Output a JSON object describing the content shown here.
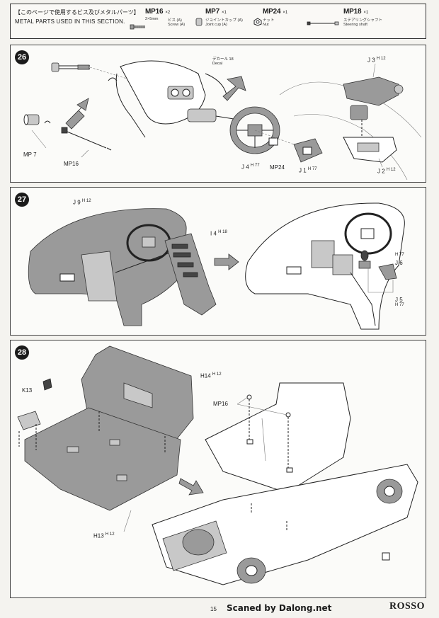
{
  "parts_header": {
    "title_jp": "【このページで使用するビス及びメタルパーツ】",
    "title_en": "METAL PARTS USED IN THIS SECTION.",
    "items": [
      {
        "code": "MP16",
        "qty": "×2",
        "size": "2×5mm",
        "name_jp": "ビス (A)",
        "name_en": "Screw (A)"
      },
      {
        "code": "MP7",
        "qty": "×1",
        "name_jp": "ジョイントカップ (A)",
        "name_en": "Joint cup (A)"
      },
      {
        "code": "MP24",
        "qty": "×1",
        "name_jp": "ナット",
        "name_en": "Nut"
      },
      {
        "code": "MP18",
        "qty": "×1",
        "name_jp": "ステアリングシャフト",
        "name_en": "Steering shaft"
      }
    ]
  },
  "steps": [
    {
      "number": "26",
      "decal_jp": "デカール 18",
      "decal_en": "Decal",
      "labels": {
        "mp7": "MP 7",
        "mp16": "MP16",
        "j4": "J 4",
        "j4_sup": "H 77",
        "mp24": "MP24",
        "j1": "J 1",
        "j1_sup": "H 77",
        "j3": "J 3",
        "j3_sup": "H 12",
        "j2": "J 2",
        "j2_sup": "H 12"
      }
    },
    {
      "number": "27",
      "labels": {
        "j9": "J 9",
        "j9_sup": "H 12",
        "i4": "I 4",
        "i4_sup": "H 18",
        "j6": "J 6",
        "j6_sup": "H 77",
        "j5": "J 5",
        "j5_sup": "H 77"
      }
    },
    {
      "number": "28",
      "labels": {
        "k13": "K13",
        "h14": "H14",
        "h14_sup": "H 12",
        "mp16": "MP16",
        "h13": "H13",
        "h13_sup": "H 12"
      }
    }
  ],
  "footer": {
    "page": "15",
    "scan": "Scaned by Dalong.net",
    "brand": "ROSSO"
  }
}
